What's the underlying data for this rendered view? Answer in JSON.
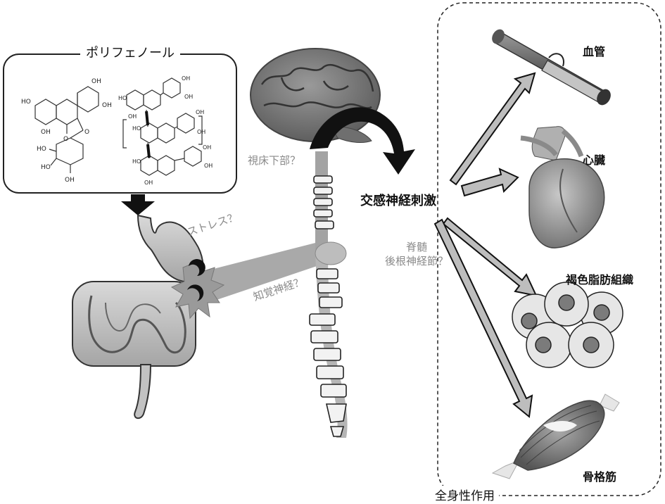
{
  "polyphenol_box": {
    "title": "ポリフェノール"
  },
  "center": {
    "sympathetic_label": "交感神経刺激"
  },
  "pathway": {
    "hypothalamus": "視床下部？",
    "stress": "ストレス？",
    "sensory_nerve": "知覚神経？",
    "spinal_line1": "脊髄",
    "spinal_line2": "後根神経節？"
  },
  "targets": {
    "vessel": "血管",
    "heart": "心臓",
    "brown_fat": "褐色脂肪組織",
    "muscle": "骨格筋"
  },
  "systemic": {
    "label": "全身性作用"
  }
}
